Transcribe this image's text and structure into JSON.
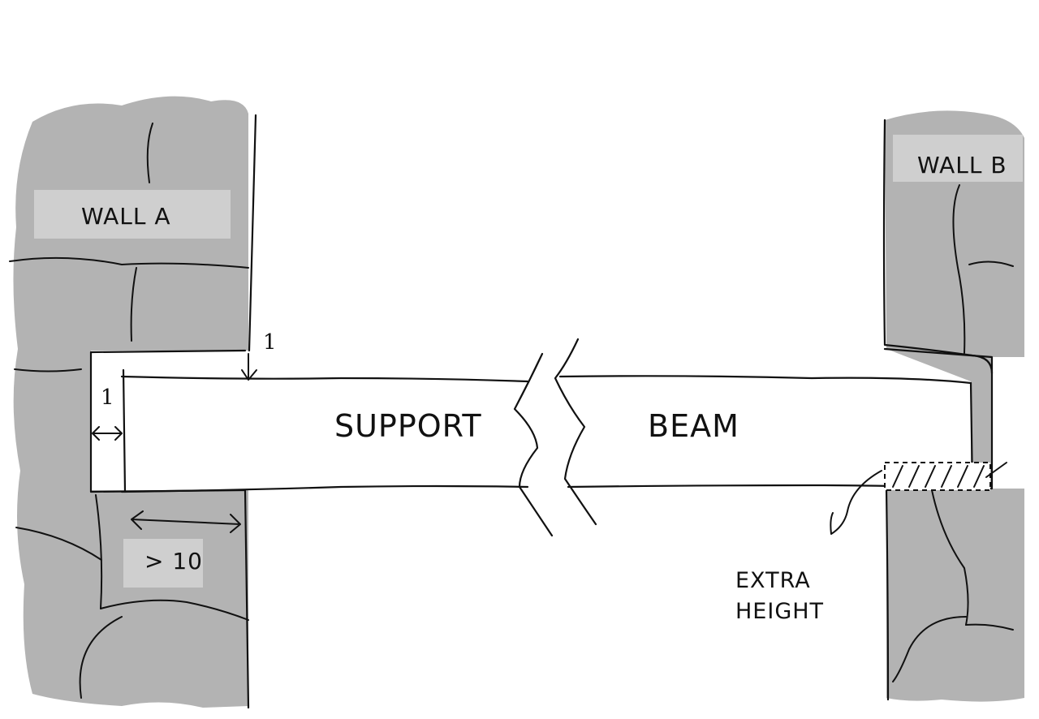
{
  "labels": {
    "wall_a": "WALL A",
    "wall_b": "WALL B",
    "support": "SUPPORT",
    "beam": "BEAM",
    "gap_top": "1",
    "gap_side": "1",
    "overlap": "> 10",
    "extra_line1": "EXTRA",
    "extra_line2": "HEIGHT"
  },
  "colors": {
    "wall_fill": "#b3b3b3",
    "label_box": "#cfcfcf",
    "ink": "#111111",
    "background": "#ffffff"
  }
}
